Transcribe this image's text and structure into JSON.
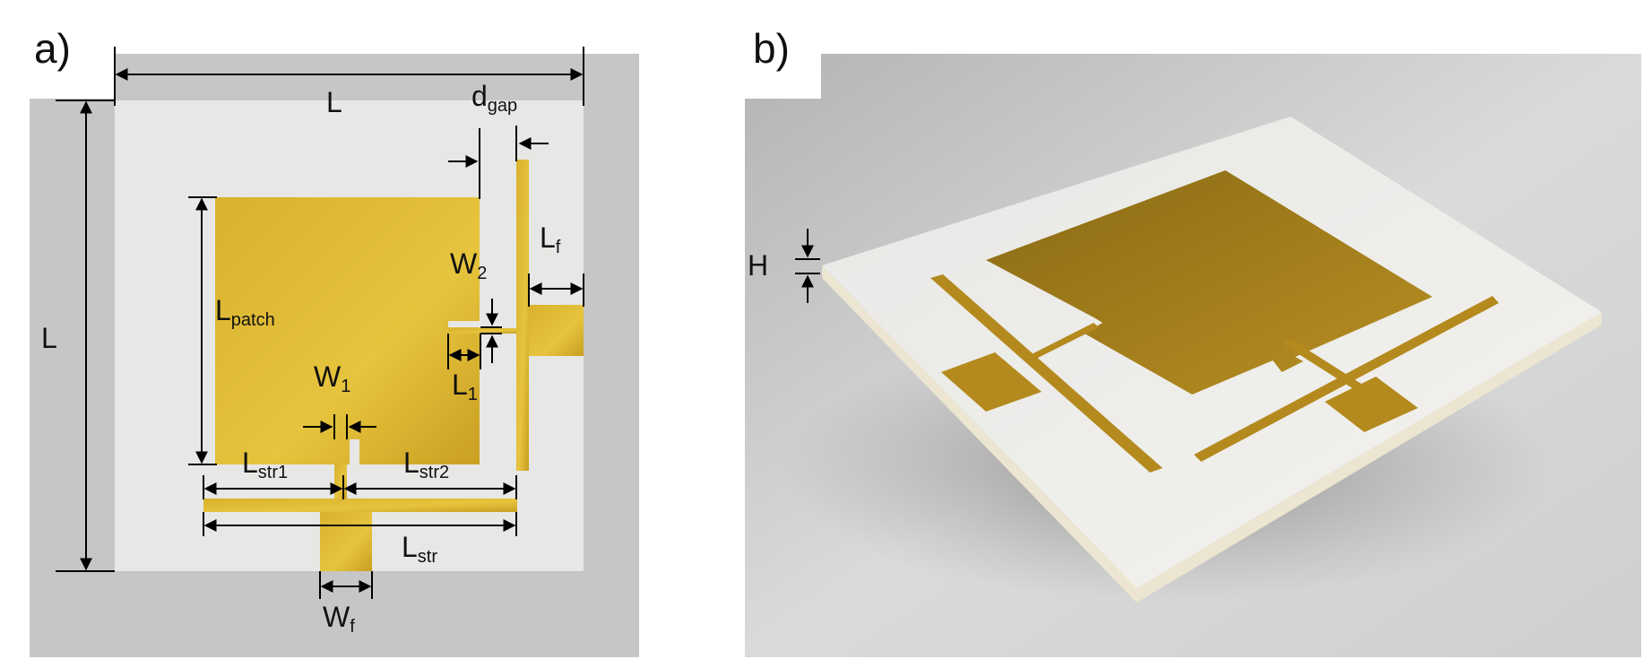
{
  "panels": {
    "a": {
      "label": "a)"
    },
    "b": {
      "label": "b)"
    }
  },
  "dimensions": {
    "L_top": {
      "main": "L",
      "sub": ""
    },
    "L_left": {
      "main": "L",
      "sub": ""
    },
    "d_gap": {
      "main": "d",
      "sub": "gap"
    },
    "L_f": {
      "main": "L",
      "sub": "f"
    },
    "W_2": {
      "main": "W",
      "sub": "2"
    },
    "L_patch": {
      "main": "L",
      "sub": "patch"
    },
    "W_1": {
      "main": "W",
      "sub": "1"
    },
    "L_1": {
      "main": "L",
      "sub": "1"
    },
    "L_str1": {
      "main": "L",
      "sub": "str1"
    },
    "L_str2": {
      "main": "L",
      "sub": "str2"
    },
    "L_str": {
      "main": "L",
      "sub": "str"
    },
    "W_f": {
      "main": "W",
      "sub": "f"
    },
    "H": {
      "main": "H",
      "sub": ""
    }
  },
  "colors": {
    "gold": "#c9a227",
    "gold_light": "#e2c33c",
    "substrate": "#e6e6e4",
    "background": "#c4c4c4",
    "line": "#000000"
  }
}
